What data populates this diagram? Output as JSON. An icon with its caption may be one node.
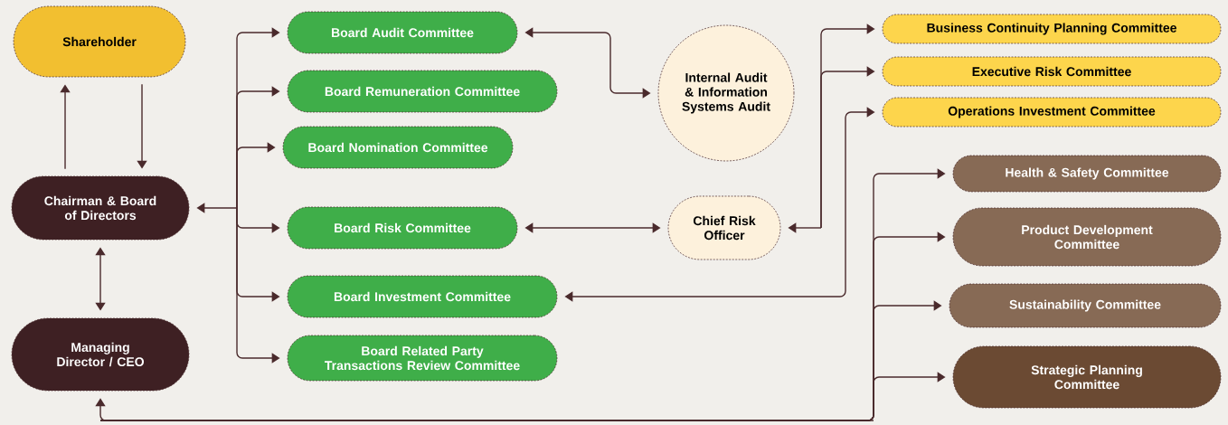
{
  "diagram": {
    "nodes": [
      {
        "text": [
          "Shareholder"
        ]
      },
      {
        "text": [
          "Chairman & Board of Directors"
        ]
      },
      {
        "text": [
          "Managing Director / CEO"
        ]
      },
      {
        "text": [
          "Board Audit Committee"
        ]
      },
      {
        "text": [
          "Board Remuneration Committee"
        ]
      },
      {
        "text": [
          "Board Nomination Committee"
        ]
      },
      {
        "text": [
          "Board Risk Committee"
        ]
      },
      {
        "text": [
          "Board Investment Committee"
        ]
      },
      {
        "text": [
          "Board Related Party Transactions Review Committee"
        ]
      },
      {
        "text": [
          "Internal Audit & Information Systems Audit"
        ]
      },
      {
        "text": [
          "Chief Risk Officer"
        ]
      },
      {
        "text": [
          "Business Continuity Planning Committee"
        ]
      },
      {
        "text": [
          "Executive Risk Committee"
        ]
      },
      {
        "text": [
          "Operations Investment Committee"
        ]
      },
      {
        "text": [
          "Health & Safety Committee"
        ]
      },
      {
        "text": [
          "Product Development Committee"
        ]
      },
      {
        "text": [
          "Sustainability Committee"
        ]
      },
      {
        "text": [
          "Strategic Planning Committee"
        ]
      }
    ],
    "edges": [
      {
        "from": 1,
        "to": 0,
        "arrow": "to"
      },
      {
        "from": 0,
        "to": 1,
        "arrow": "to"
      },
      {
        "from": 1,
        "to": 2,
        "arrow": "both"
      },
      {
        "from": 1,
        "to": 3,
        "arrow": "both"
      },
      {
        "from": 1,
        "to": 4,
        "arrow": "both"
      },
      {
        "from": 1,
        "to": 5,
        "arrow": "both"
      },
      {
        "from": 1,
        "to": 6,
        "arrow": "both"
      },
      {
        "from": 1,
        "to": 7,
        "arrow": "both"
      },
      {
        "from": 1,
        "to": 8,
        "arrow": "both"
      },
      {
        "from": 3,
        "to": 9,
        "arrow": "both"
      },
      {
        "from": 6,
        "to": 10,
        "arrow": "both"
      },
      {
        "from": 10,
        "to": 11,
        "arrow": "both"
      },
      {
        "from": 10,
        "to": 12,
        "arrow": "both"
      },
      {
        "from": 13,
        "to": 7,
        "arrow": "both"
      },
      {
        "from": 2,
        "to": 14,
        "arrow": "both"
      },
      {
        "from": 2,
        "to": 15,
        "arrow": "both"
      },
      {
        "from": 2,
        "to": 16,
        "arrow": "both"
      },
      {
        "from": 2,
        "to": 17,
        "arrow": "both"
      }
    ]
  }
}
